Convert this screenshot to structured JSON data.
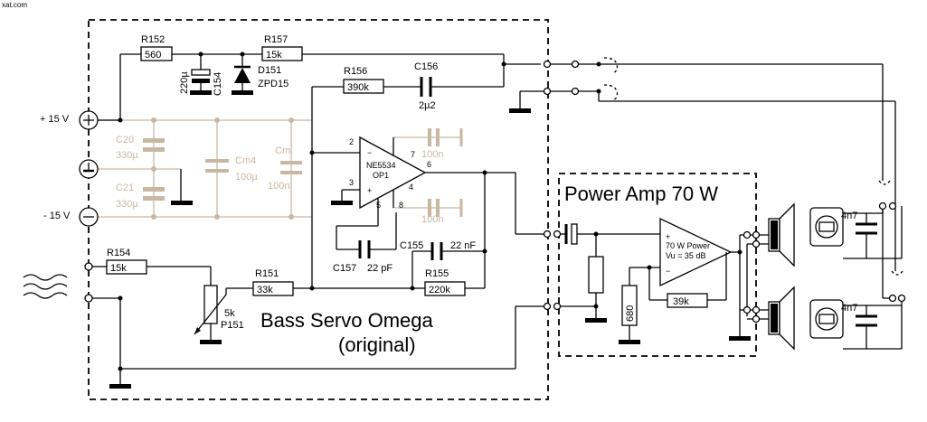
{
  "watermark": "xat.com",
  "box_labels": {
    "servo_title": "Bass Servo Omega",
    "servo_subtitle": "(original)",
    "amp_title": "Power Amp 70 W"
  },
  "supply": {
    "plus": "+ 15 V",
    "minus": "- 15 V"
  },
  "components": {
    "R152": {
      "ref": "R152",
      "value": "560"
    },
    "R157": {
      "ref": "R157",
      "value": "15k"
    },
    "R156": {
      "ref": "R156",
      "value": "390k"
    },
    "C156": {
      "ref": "C156",
      "value": "2µ2"
    },
    "C154": {
      "ref": "C154",
      "value": "220µ"
    },
    "D151": {
      "ref": "D151",
      "value": "ZPD15"
    },
    "C20": {
      "ref": "C20",
      "value": "330µ"
    },
    "C21": {
      "ref": "C21",
      "value": "330µ"
    },
    "Cm4": {
      "ref": "Cm4",
      "value": "100µ"
    },
    "Cm": {
      "ref": "Cm",
      "value": "100n"
    },
    "C_op_top": {
      "value": "100n"
    },
    "C_op_bot": {
      "value": "100n"
    },
    "OP1": {
      "ref": "OP1",
      "type": "NE5534",
      "pins": [
        "2",
        "3",
        "7",
        "6",
        "4",
        "5",
        "8"
      ]
    },
    "R154": {
      "ref": "R154",
      "value": "15k"
    },
    "P151": {
      "ref": "P151",
      "value": "5k"
    },
    "R151": {
      "ref": "R151",
      "value": "33k"
    },
    "C157": {
      "ref": "C157",
      "value": "22 pF"
    },
    "C155": {
      "ref": "C155",
      "value": "22 nF"
    },
    "R155": {
      "ref": "R155",
      "value": "220k"
    },
    "amp": {
      "line1": "70 W Power",
      "line2": "Vu = 35 dB"
    },
    "R_fb": {
      "value": "39k"
    },
    "R_gnd": {
      "value": "680"
    },
    "C_spk_top": {
      "value": "4n7"
    },
    "C_spk_bot": {
      "value": "4n7"
    }
  }
}
